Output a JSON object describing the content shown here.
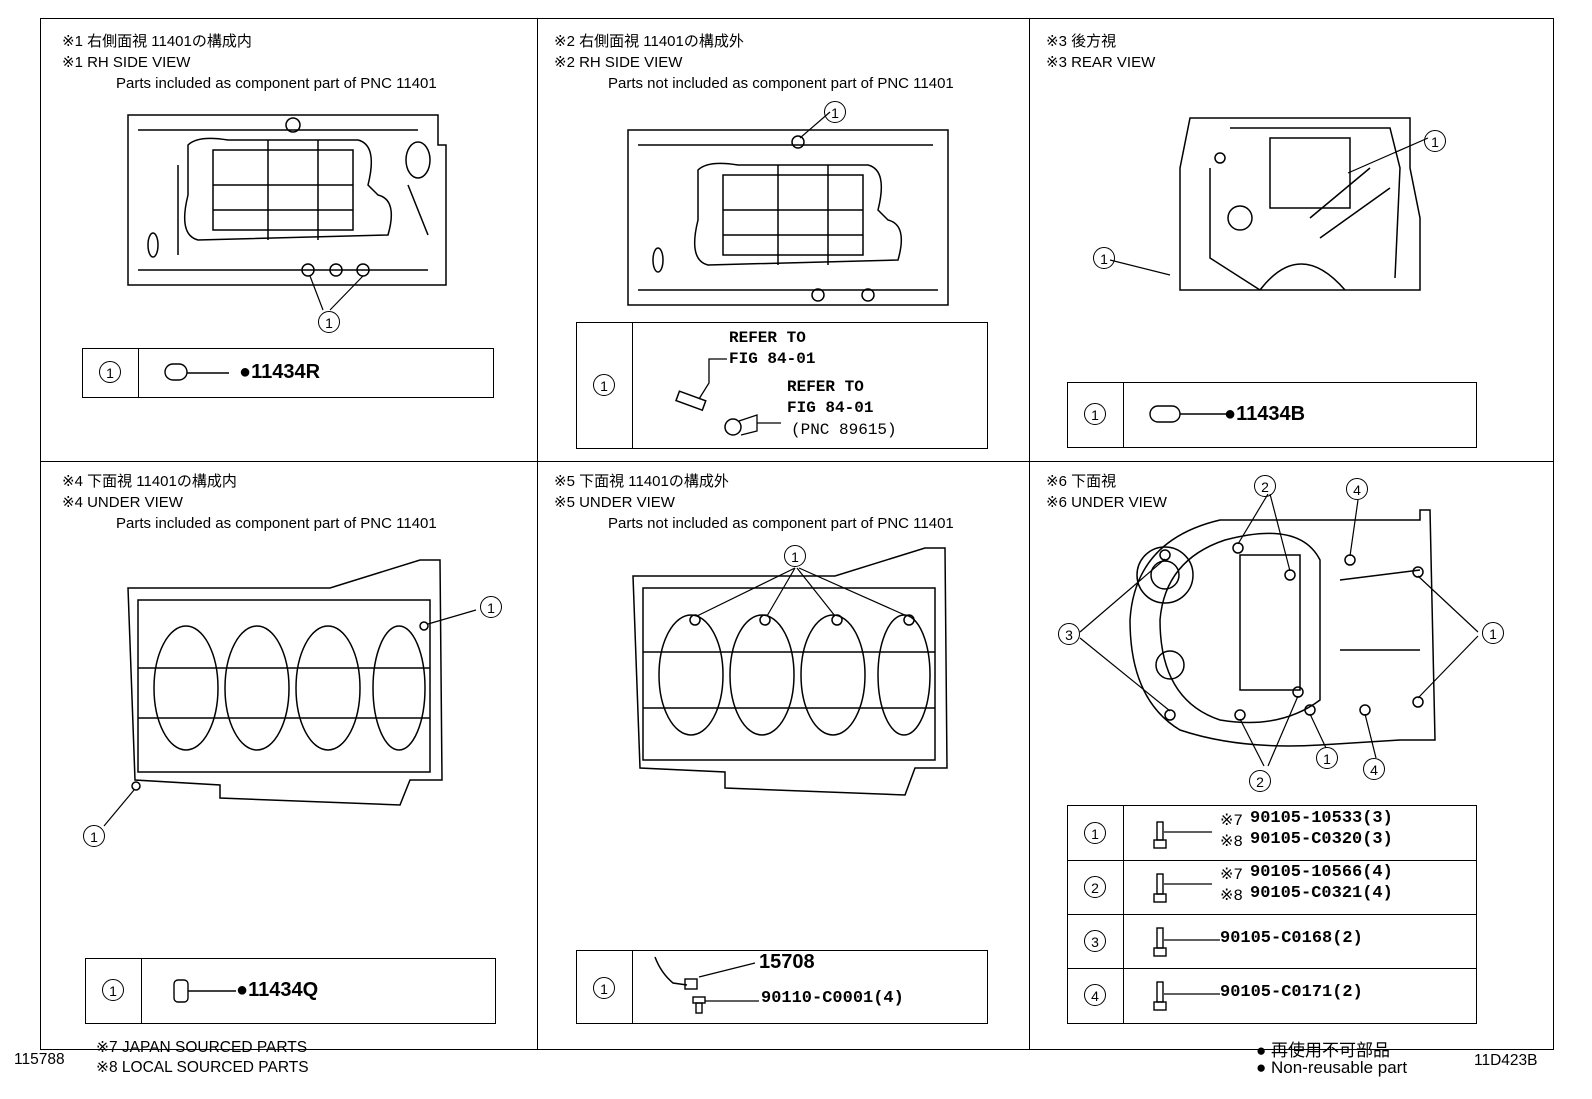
{
  "panels": [
    {
      "id": "p1",
      "jp": "※1 右側面視 11401の構成内",
      "en": "※1 RH SIDE VIEW",
      "desc": "Parts included as component part of PNC 11401",
      "callout": "1",
      "table": [
        {
          "num": "1",
          "part": "●11434R"
        }
      ]
    },
    {
      "id": "p2",
      "jp": "※2 右側面視 11401の構成外",
      "en": "※2 RH SIDE VIEW",
      "desc": "Parts not included as component part of PNC 11401",
      "callout": "1",
      "table": [
        {
          "num": "1",
          "ref1": "REFER TO",
          "ref1b": "FIG 84-01",
          "ref2": "REFER TO",
          "ref2b": "FIG 84-01",
          "ref2c": "(PNC 89615)"
        }
      ]
    },
    {
      "id": "p3",
      "jp": "※3 後方視",
      "en": "※3 REAR VIEW",
      "desc": "",
      "callout": "1",
      "table": [
        {
          "num": "1",
          "part": "●11434B"
        }
      ]
    },
    {
      "id": "p4",
      "jp": "※4 下面視 11401の構成内",
      "en": "※4 UNDER VIEW",
      "desc": "Parts included as component part of PNC 11401",
      "callout": "1",
      "table": [
        {
          "num": "1",
          "part": "●11434Q"
        }
      ]
    },
    {
      "id": "p5",
      "jp": "※5 下面視 11401の構成外",
      "en": "※5 UNDER VIEW",
      "desc": "Parts not included as component part of PNC 11401",
      "callout": "1",
      "table": [
        {
          "num": "1",
          "part_a": "15708",
          "part_b": "90110-C0001(4)"
        }
      ]
    },
    {
      "id": "p6",
      "jp": "※6 下面視",
      "en": "※6 UNDER VIEW",
      "desc": "",
      "callouts": [
        "1",
        "2",
        "3",
        "4"
      ],
      "table": [
        {
          "num": "1",
          "a_mark": "※7",
          "a": "90105-10533(3)",
          "b_mark": "※8",
          "b": "90105-C0320(3)"
        },
        {
          "num": "2",
          "a_mark": "※7",
          "a": "90105-10566(4)",
          "b_mark": "※8",
          "b": "90105-C0321(4)"
        },
        {
          "num": "3",
          "a": "90105-C0168(2)"
        },
        {
          "num": "4",
          "a": "90105-C0171(2)"
        }
      ]
    }
  ],
  "footer": {
    "ref_left": "115788",
    "note7": "※7 JAPAN SOURCED PARTS",
    "note8": "※8 LOCAL SOURCED PARTS",
    "legend_jp": "● 再使用不可部品",
    "legend_en": "● Non-reusable part",
    "ref_right": "11D423B"
  }
}
